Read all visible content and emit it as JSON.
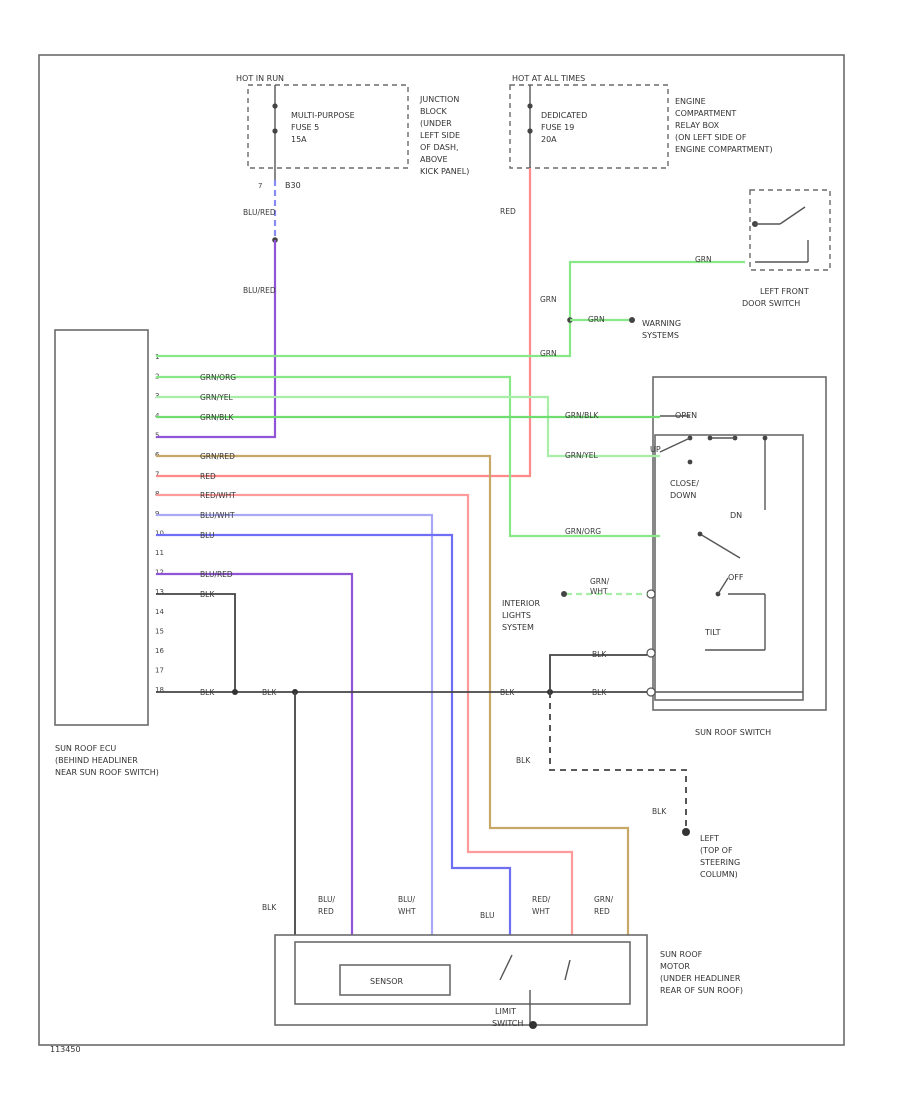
{
  "fuse_left": {
    "header": "HOT IN RUN",
    "name": "MULTI-PURPOSE",
    "fuse": "FUSE 5",
    "rating": "15A",
    "location": [
      "JUNCTION",
      "BLOCK",
      "(UNDER",
      "LEFT SIDE",
      "OF DASH,",
      "ABOVE",
      "KICK PANEL)"
    ],
    "connector": "B30"
  },
  "fuse_right": {
    "header": "HOT AT ALL TIMES",
    "name": "DEDICATED",
    "fuse": "FUSE 19",
    "rating": "20A",
    "location": [
      "ENGINE",
      "COMPARTMENT",
      "RELAY BOX",
      "(ON LEFT SIDE OF",
      "ENGINE COMPARTMENT)"
    ]
  },
  "door_switch": {
    "label": [
      "LEFT FRONT",
      "DOOR SWITCH"
    ]
  },
  "warning": {
    "label": [
      "WARNING",
      "SYSTEMS"
    ]
  },
  "ecu": {
    "label": [
      "SUN ROOF ECU",
      "(BEHIND HEADLINER",
      "NEAR SUN ROOF SWITCH)"
    ],
    "pins": [
      "1",
      "2",
      "3",
      "4",
      "5",
      "6",
      "7",
      "8",
      "9",
      "10",
      "11",
      "12",
      "13",
      "14",
      "15",
      "16",
      "17",
      "18"
    ]
  },
  "switch": {
    "label": "SUN ROOF SWITCH",
    "open": "OPEN",
    "up": "UP",
    "closed_down": [
      "CLOSE/",
      "DOWN"
    ],
    "dn": "DN",
    "off": "OFF",
    "tilt": "TILT"
  },
  "interior": {
    "label": [
      "INTERIOR",
      "LIGHTS",
      "SYSTEM"
    ]
  },
  "ground": {
    "label": [
      "LEFT",
      "(TOP OF",
      "STEERING",
      "COLUMN)"
    ]
  },
  "motor": {
    "label": [
      "SUN ROOF",
      "MOTOR",
      "(UNDER HEADLINER",
      "REAR OF SUN ROOF)"
    ],
    "sensor": "SENSOR",
    "limit": [
      "LIMIT",
      "SWITCH"
    ]
  },
  "wires": {
    "blu_red": "BLU/RED",
    "red": "RED",
    "grn": "GRN",
    "grn_org": "GRN/ORG",
    "grn_yel": "GRN/YEL",
    "grn_blk": "GRN/BLK",
    "grn_red": "GRN/RED",
    "red_wht": "RED/WHT",
    "blu_wht": "BLU/WHT",
    "blu": "BLU",
    "blk": "BLK",
    "grn_wht": "GRN/WHT"
  },
  "footer": "113450",
  "colors": {
    "green": "#88e888",
    "red": "#ff8a8a",
    "blue": "#6f6ff5",
    "purple": "#8f55d6",
    "tan": "#c8a868",
    "pink": "#ff9a9a",
    "light_blue": "#a9a9f5",
    "frame": "#6a6a6a"
  }
}
